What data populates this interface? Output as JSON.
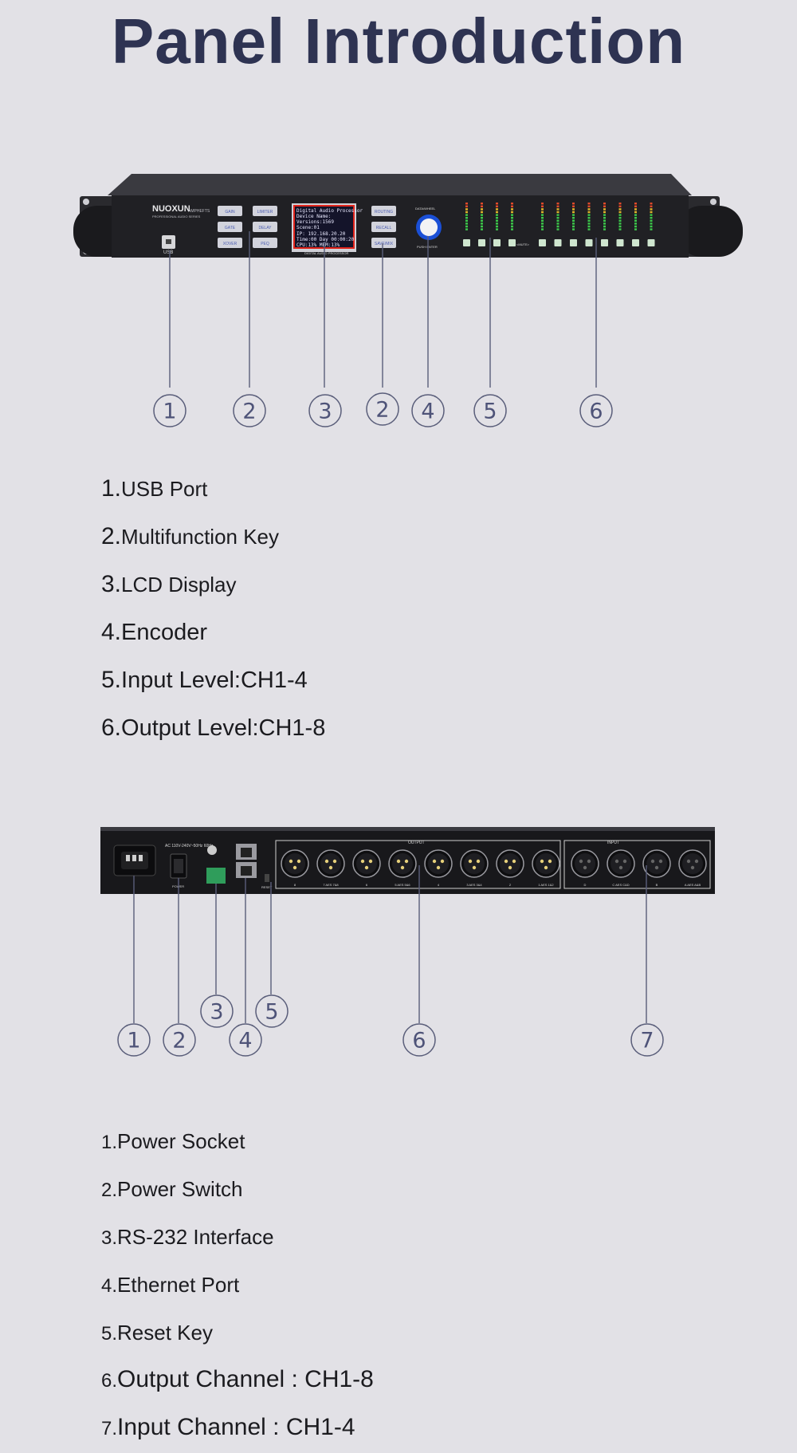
{
  "page_title": "Panel Introduction",
  "front_panel": {
    "brand": "NUOXUN",
    "brand_sub": "AMPHEFTS",
    "brand_tag": "PROFESSIONAL AUDIO SERIES",
    "usb_label": "USB",
    "keys_left": [
      "GAIN",
      "LIMITER",
      "GATE",
      "DELAY",
      "XOVER",
      "PEQ"
    ],
    "keys_right": [
      "ROUTING",
      "RECALL",
      "SAVE/MIX"
    ],
    "encoder_label_top": "DATA/WHEEL",
    "encoder_label_bottom": "PUSH ENTER",
    "mute_label": "<MUTE>",
    "lcd_lines": [
      "Digital Audio Processor",
      "Device Name:",
      "Versions:1569",
      "Scene:01",
      "IP: 192.168.20.20",
      "Time:00 Day 00:00:20",
      "CPU:13%    MEM:13%"
    ],
    "lcd_footer": "DIGITAL AUDIO PROCESSOR",
    "callouts": [
      "1",
      "2",
      "3",
      "2",
      "4",
      "5",
      "6"
    ]
  },
  "front_list": [
    {
      "num": "1.",
      "text": "USB Port"
    },
    {
      "num": "2.",
      "text": "Multifunction Key"
    },
    {
      "num": "3.",
      "text": "LCD Display"
    },
    {
      "num": "4.",
      "text": "Encoder"
    },
    {
      "num": "5.",
      "text": "Input Level:CH1-4"
    },
    {
      "num": "6.",
      "text": "Output Level:CH1-8"
    }
  ],
  "rear_panel": {
    "power_label": "AC 110V-240V~50Hz 60Hz",
    "switch_label": "POWER",
    "reset_label": "RESET",
    "output_label": "OUTPUT",
    "input_label": "INPUT",
    "output_channel_labels": [
      "8",
      "7 AES 7&8",
      "6",
      "5 AES 5&6",
      "4",
      "3 AES 3&4",
      "2",
      "1 AES 1&2"
    ],
    "input_channel_labels": [
      "D",
      "C AES C&D",
      "B",
      "A AES A&B"
    ],
    "callouts": [
      "1",
      "2",
      "3",
      "4",
      "5",
      "6",
      "7"
    ]
  },
  "rear_list": [
    {
      "num": "1.",
      "text": "Power Socket"
    },
    {
      "num": "2.",
      "text": "Power Switch"
    },
    {
      "num": "3.",
      "text": "RS-232 Interface"
    },
    {
      "num": "4.",
      "text": "Ethernet Port"
    },
    {
      "num": "5.",
      "text": "Reset Key"
    },
    {
      "num": "6.",
      "text": "Output Channel : CH1-8"
    },
    {
      "num": "7.",
      "text": "Input Channel : CH1-4"
    }
  ],
  "colors": {
    "background": "#e2e1e6",
    "title": "#2e3352",
    "callout": "#4e5378",
    "chassis": "#202024"
  }
}
